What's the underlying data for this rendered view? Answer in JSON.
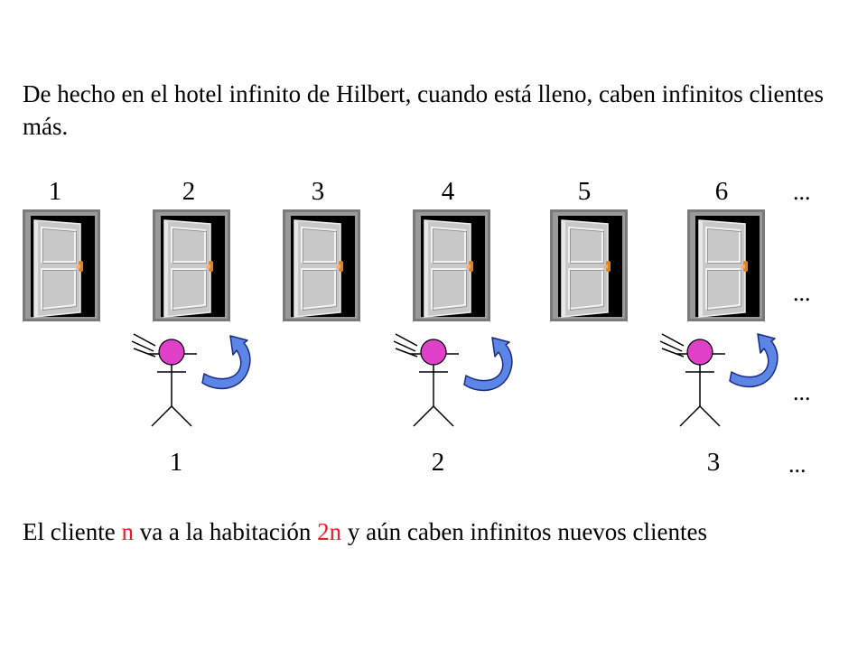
{
  "intro_text": "De hecho en el hotel infinito de Hilbert, cuando está lleno, caben infinitos clientes más.",
  "rooms": [
    {
      "label": "1"
    },
    {
      "label": "2"
    },
    {
      "label": "3"
    },
    {
      "label": "4"
    },
    {
      "label": "5"
    },
    {
      "label": "6"
    }
  ],
  "guests": [
    {
      "label": "1"
    },
    {
      "label": "2"
    },
    {
      "label": "3"
    }
  ],
  "ellipsis": "...",
  "rule": {
    "part1": "El cliente ",
    "var_n": "n",
    "part2": " va a la habitación ",
    "var_2n": "2n",
    "part3": " y aún caben infinitos nuevos clientes"
  },
  "colors": {
    "highlight": "#e8202a",
    "guest_head": "#e040c8",
    "arrow": "#5b86e6",
    "door_panel": "#c8c8c8",
    "door_frame": "#000000",
    "door_handle": "#e8801a"
  },
  "icons": {
    "door": "open-door-icon",
    "guest": "stick-figure-guest-icon",
    "move": "curved-arrow-icon"
  }
}
